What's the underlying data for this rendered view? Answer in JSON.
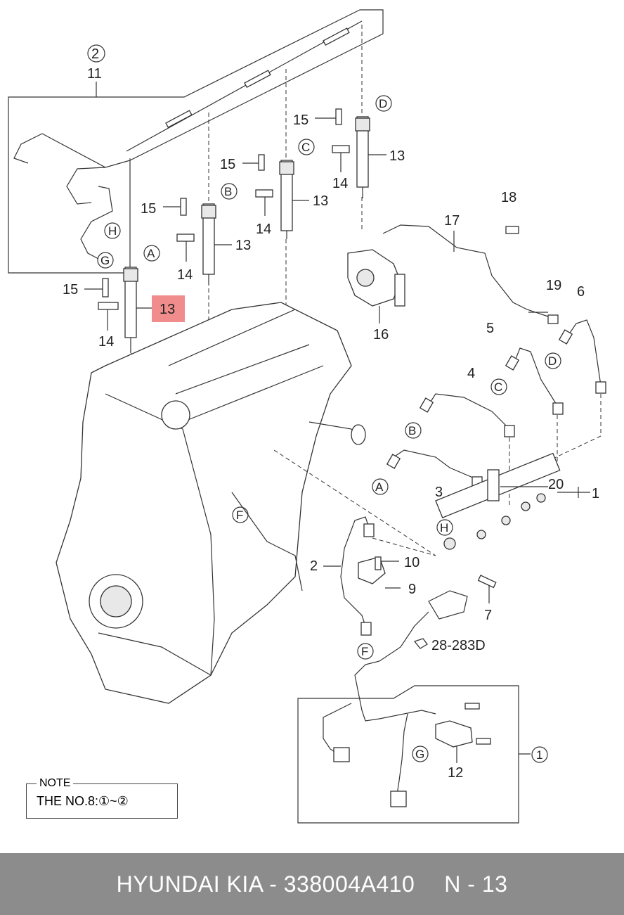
{
  "labels": {
    "l2": "2",
    "l11": "11",
    "l15a": "15",
    "l15b": "15",
    "l15c": "15",
    "l15d": "15",
    "l13a": "13",
    "l13b": "13",
    "l13c": "13",
    "l13d": "13",
    "l13e": "13",
    "l14a": "14",
    "l14b": "14",
    "l14c": "14",
    "l14d": "14",
    "l16": "16",
    "l17": "17",
    "l18": "18",
    "l19": "19",
    "l6": "6",
    "l5": "5",
    "l4": "4",
    "l3": "3",
    "l20": "20",
    "l1": "1",
    "l2b": "2",
    "l10": "10",
    "l9": "9",
    "l7": "7",
    "l12": "12",
    "l28": "28-283D",
    "l1b": "1",
    "cA": "A",
    "cB": "B",
    "cC": "C",
    "cD": "D",
    "cH": "H",
    "cG": "G",
    "cA2": "A",
    "cB2": "B",
    "cC2": "C",
    "cD2": "D",
    "cF": "F",
    "cF2": "F",
    "cH2": "H",
    "cG2": "G"
  },
  "highlight": {
    "label": "13",
    "color": "#f08c8c"
  },
  "note": {
    "title": "NOTE",
    "text": "THE NO.8:①~②"
  },
  "footer": {
    "left": "HYUNDAI KIA - 338004A410",
    "right": "N - 13"
  }
}
